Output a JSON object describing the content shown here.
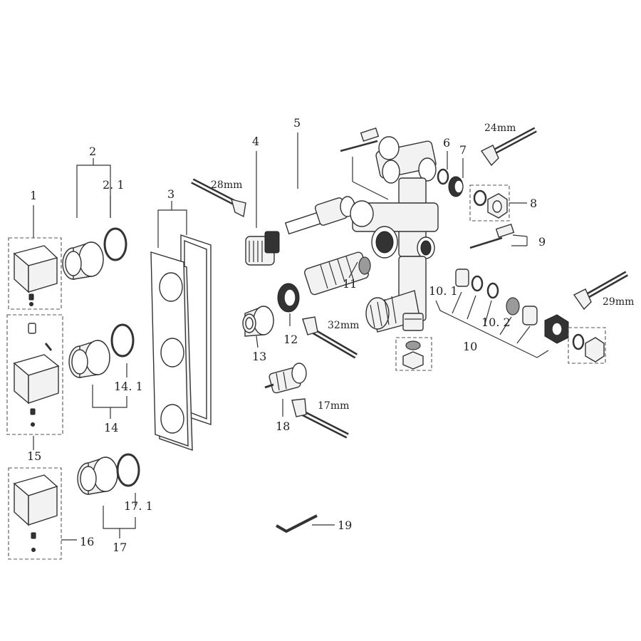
{
  "labels": {
    "l1": "1",
    "l2": "2",
    "l2_1": "2. 1",
    "l3": "3",
    "l4": "4",
    "l5": "5",
    "l6": "6",
    "l7": "7",
    "l8": "8",
    "l9": "9",
    "l10": "10",
    "l10_1": "10. 1",
    "l10_2": "10. 2",
    "l11": "11",
    "l12": "12",
    "l13": "13",
    "l14": "14",
    "l14_1": "14. 1",
    "l15": "15",
    "l16": "16",
    "l17": "17",
    "l17_1": "17. 1",
    "l18": "18",
    "l19": "19"
  },
  "wrench_sizes": {
    "w24": "24mm",
    "w28": "28mm",
    "w29": "29mm",
    "w32": "32mm",
    "w17": "17mm"
  }
}
